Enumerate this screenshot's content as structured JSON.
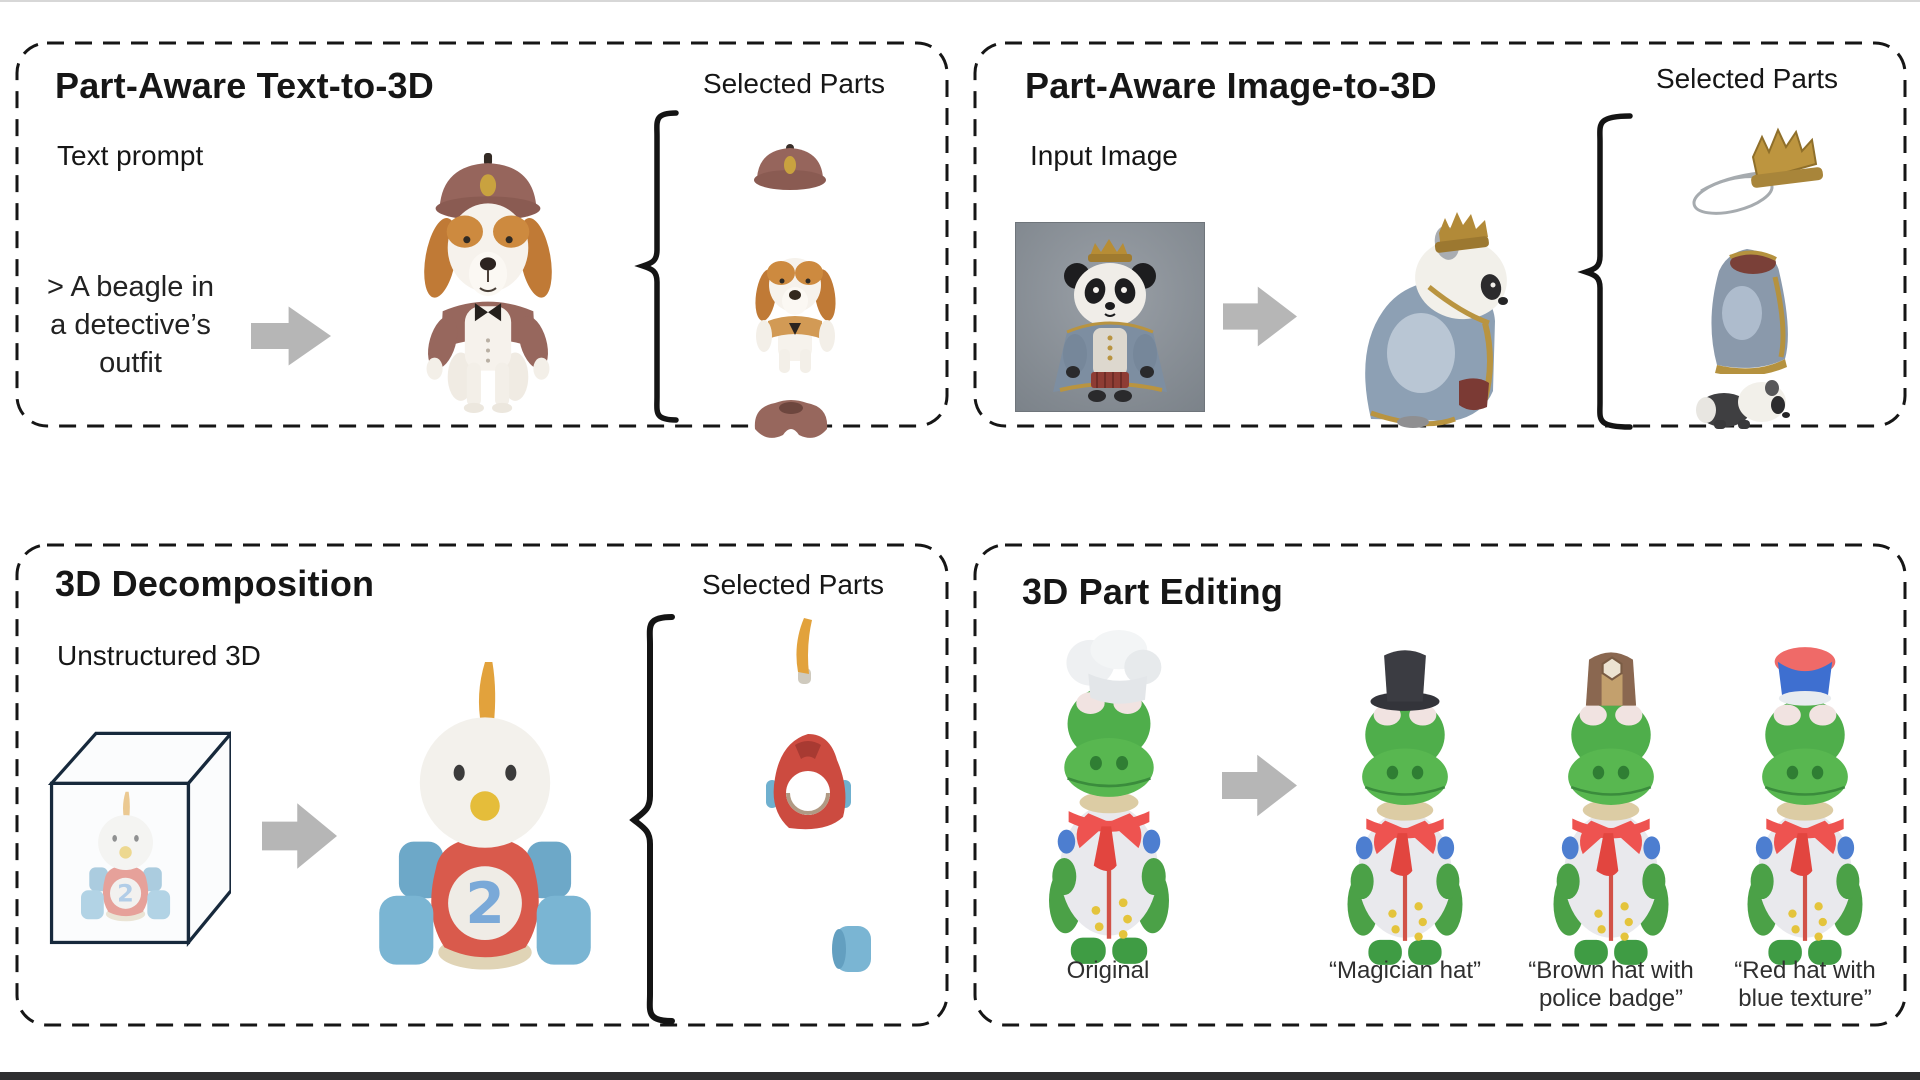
{
  "colors": {
    "background": "#ffffff",
    "panel_border": "#161616",
    "arrow_gray": "#b6b6b6",
    "bottom_bar": "#2e2e30",
    "toy_number_blue": "#7aa9d8",
    "input_image_bg": "#888e95"
  },
  "panels": {
    "text_to_3d": {
      "title": "Part-Aware Text-to-3D",
      "input_label": "Text prompt",
      "prompt_lines": [
        "> A beagle in",
        "a detective’s",
        "outfit"
      ],
      "selected_parts_label": "Selected Parts"
    },
    "image_to_3d": {
      "title": "Part-Aware Image-to-3D",
      "input_label": "Input Image",
      "selected_parts_label": "Selected Parts"
    },
    "decomposition": {
      "title": "3D Decomposition",
      "input_label": "Unstructured 3D",
      "toy_number": "2",
      "selected_parts_label": "Selected Parts"
    },
    "part_editing": {
      "title": "3D Part Editing",
      "captions": [
        {
          "lines": [
            "Original"
          ]
        },
        {
          "lines": [
            "“Magician hat”"
          ]
        },
        {
          "lines": [
            "“Brown hat with",
            "police badge”"
          ]
        },
        {
          "lines": [
            "“Red hat with",
            "blue texture”"
          ]
        }
      ]
    }
  }
}
